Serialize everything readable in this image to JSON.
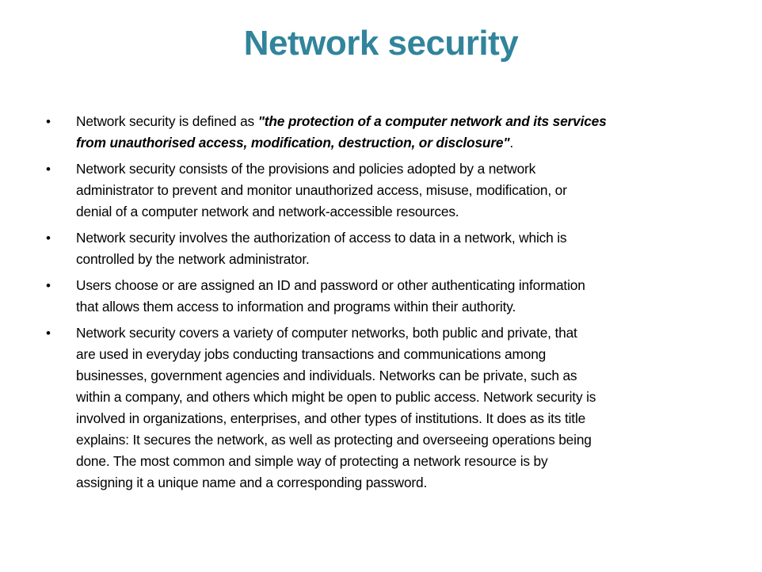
{
  "title": "Network security",
  "bullets": [
    {
      "lines": [
        {
          "pre": "Network security is defined as ",
          "quote": "\"the protection of a computer network and its services",
          "post": ""
        },
        {
          "pre": "",
          "quote": "from unauthorised access, modification, destruction, or disclosure\"",
          "post": "."
        }
      ]
    },
    {
      "lines": [
        "Network security consists of the provisions and policies adopted by a network",
        "administrator to prevent and monitor unauthorized access, misuse, modification, or",
        "denial of a computer network and network-accessible resources."
      ]
    },
    {
      "lines": [
        "Network security involves the authorization of access to data in a network, which is",
        "controlled by the network administrator."
      ]
    },
    {
      "lines": [
        "Users choose or are assigned an ID and password or other authenticating information",
        "that allows them access to information and programs within their authority."
      ]
    },
    {
      "lines": [
        "Network security covers a variety of computer networks, both public and private, that",
        "are used in everyday jobs conducting transactions and communications among",
        "businesses, government agencies and individuals. Networks can be private, such as",
        "within a company, and others which might be open to public access. Network security is",
        "involved in organizations, enterprises, and other types of institutions. It does as its title",
        "explains: It secures the network, as well as protecting and overseeing operations being",
        "done. The most common and simple way of protecting a network resource is by",
        "assigning it a unique name and a corresponding password."
      ]
    }
  ],
  "colors": {
    "title": "#31849B"
  }
}
